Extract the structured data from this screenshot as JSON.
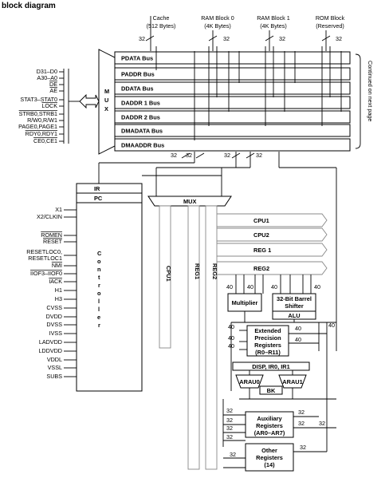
{
  "title": "block diagram",
  "memory": {
    "cache": [
      "Cache",
      "(512 Bytes)"
    ],
    "ram0": [
      "RAM Block 0",
      "(4K Bytes)"
    ],
    "ram1": [
      "RAM Block 1",
      "(4K Bytes)"
    ],
    "rom": [
      "ROM Block",
      "(Reserved)"
    ]
  },
  "widths": {
    "w32": "32",
    "w40": "40"
  },
  "buses": [
    "PDATA Bus",
    "PADDR Bus",
    "DDATA Bus",
    "DADDR 1 Bus",
    "DADDR 2 Bus",
    "DMADATA Bus",
    "DMAADDR Bus"
  ],
  "continued_text": "Continued on next page",
  "mux_label": "MUX",
  "left_signals_top": [
    "D31–D0",
    "A30–A0",
    "DE",
    "AE",
    "STAT3–STAT0",
    "LOCK",
    "STRB0,STRB1",
    "R/W0,R/W1",
    "PAGE0,PAGE1",
    "RDY0,RDY1",
    "CE0,CE1"
  ],
  "ir_label": "IR",
  "pc_label": "PC",
  "controller_label": "Controller",
  "ctrl_signals": [
    "X1",
    "X2/CLKIN",
    "ROMEN",
    "RESET",
    "RESETLOC0,",
    "RESETLOC1",
    "NMI",
    "IIOF3–IIOF0",
    "IACK",
    "H1",
    "H3",
    "CVSS",
    "DVDD",
    "DVSS",
    "IVSS",
    "LADVDD",
    "LDDVDD",
    "VDDL",
    "VSSL",
    "SUBS"
  ],
  "cpu_bus": {
    "lanes": [
      "CPU1",
      "CPU2",
      "REG 1",
      "REG2"
    ],
    "vertical": [
      "CPU1",
      "REG1",
      "REG2"
    ]
  },
  "units": {
    "multiplier": "Multiplier",
    "barrel": [
      "32-Bit Barrel",
      "Shifter"
    ],
    "alu": "ALU",
    "ext_prec": [
      "Extended",
      "Precision",
      "Registers",
      "(R0–R11)"
    ],
    "disp": "DISP, IR0, IR1",
    "arau0": "ARAU0",
    "arau1": "ARAU1",
    "bk": "BK",
    "aux": [
      "Auxiliary",
      "Registers",
      "(AR0–AR7)"
    ],
    "other": [
      "Other",
      "Registers",
      "(14)"
    ]
  }
}
